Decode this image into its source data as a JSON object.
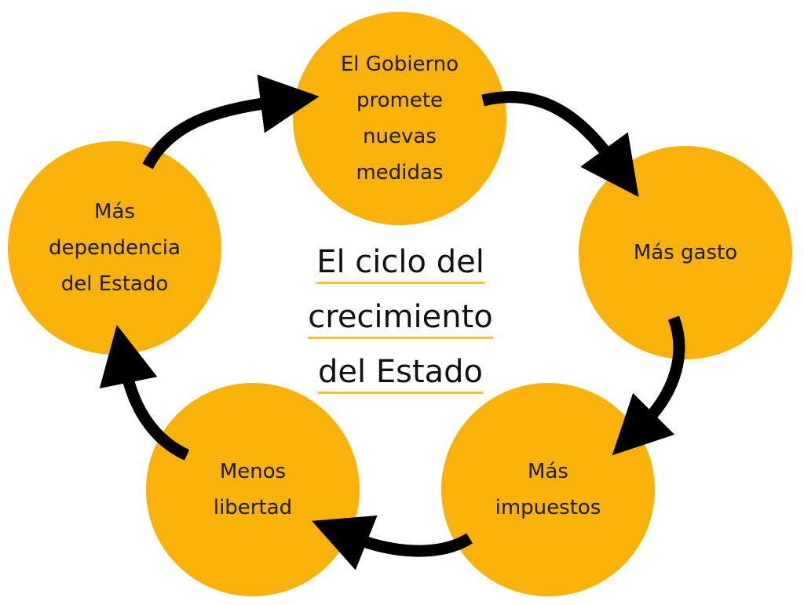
{
  "colors": {
    "circle": "#F9B208",
    "arrow": "#000000",
    "underline": "#F2C230"
  },
  "title_lines": [
    "El ciclo del",
    "crecimiento",
    "del Estado"
  ],
  "nodes": [
    {
      "label": "El Gobierno\npromete\nnuevas\nmedidas"
    },
    {
      "label": "Más gasto"
    },
    {
      "label": "Más\nimpuestos"
    },
    {
      "label": "Menos\nlibertad"
    },
    {
      "label": "Más\ndependencia\ndel Estado"
    }
  ]
}
